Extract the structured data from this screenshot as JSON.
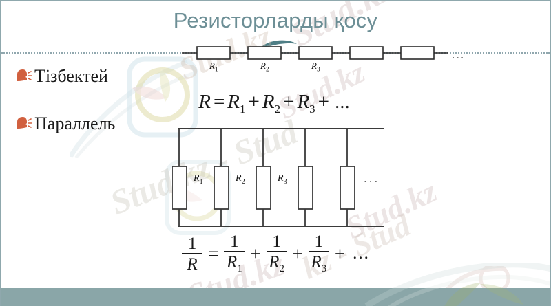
{
  "slide": {
    "title": "Резисторларды қосу",
    "title_color": "#6d8f96",
    "background_color": "#ffffff",
    "band_color": "#8aa6a8",
    "border_color": "#8fa8ad",
    "accent_bullet_color": "#d1603f"
  },
  "bullets": [
    {
      "label": "Тізбектей",
      "icon": "speaker-head-icon"
    },
    {
      "label": "Параллель",
      "icon": "speaker-head-icon"
    }
  ],
  "series_circuit": {
    "labels": [
      "R",
      "R",
      "R"
    ],
    "subscripts": [
      "1",
      "2",
      "3"
    ],
    "resistor_count": 5,
    "ellipsis": "..."
  },
  "parallel_circuit": {
    "labels": [
      "R",
      "R",
      "R"
    ],
    "subscripts": [
      "1",
      "2",
      "3"
    ],
    "branch_count": 5,
    "ellipsis": "..."
  },
  "formula_series": {
    "lhs": "R",
    "eq": "=",
    "terms": [
      "R",
      "R",
      "R"
    ],
    "subscripts": [
      "1",
      "2",
      "3"
    ],
    "plus": "+",
    "ellipsis": "..."
  },
  "formula_parallel": {
    "numerator": "1",
    "lhs_den": "R",
    "eq": "=",
    "den_terms": [
      "R",
      "R",
      "R"
    ],
    "subscripts": [
      "1",
      "2",
      "3"
    ],
    "plus": "+",
    "ellipsis": "..."
  },
  "watermarks": {
    "text_1": "Stud.kz",
    "text_2": "Stud.kz",
    "text_3": "Stud.kz",
    "text_4": "Stud.kz - Stud",
    "text_5": "Stud.kz",
    "text_6": "kz - Stud",
    "text_7": "Stud.kz"
  }
}
